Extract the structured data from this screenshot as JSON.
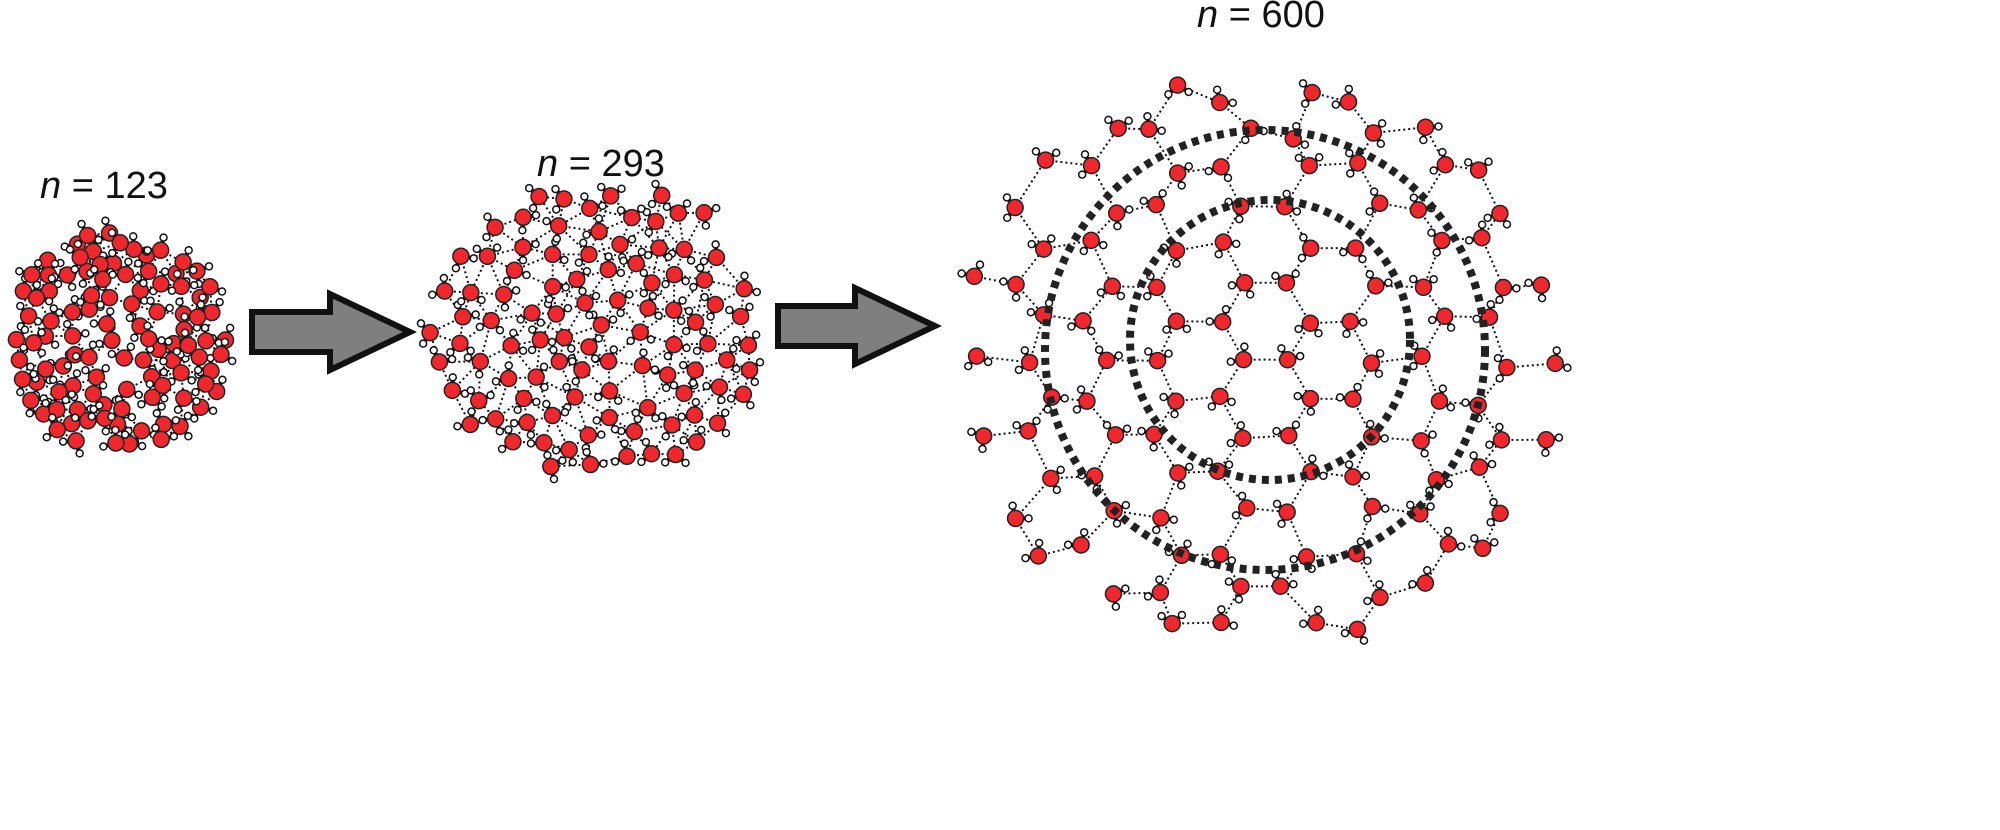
{
  "clusters": [
    {
      "label_var": "n",
      "label_eq": " = ",
      "label_value": "123"
    },
    {
      "label_var": "n",
      "label_eq": " = ",
      "label_value": "293"
    },
    {
      "label_var": "n",
      "label_eq": " = ",
      "label_value": "600"
    }
  ],
  "colors": {
    "oxygen": "#f0282d",
    "hydrogen": "#ffffff",
    "bond": "#111111",
    "arrow_fill": "#7f7f7f",
    "arrow_stroke": "#111111"
  }
}
